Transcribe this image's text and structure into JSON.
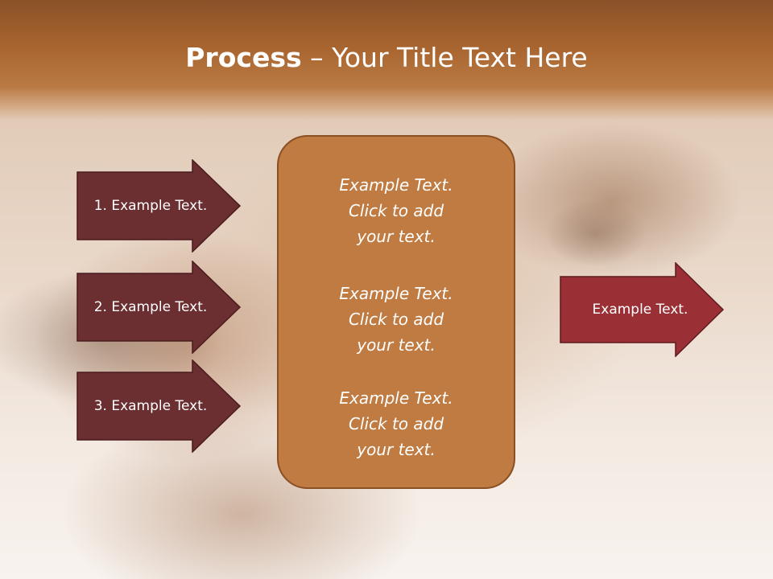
{
  "slide": {
    "title_bold": "Process",
    "title_rest": " – Your Title Text Here"
  },
  "left_arrows": [
    {
      "label": "1. Example Text."
    },
    {
      "label": "2. Example Text."
    },
    {
      "label": "3. Example Text."
    }
  ],
  "center_box": {
    "blocks": [
      {
        "line1": "Example Text.",
        "line2": "Click  to add",
        "line3": "your text."
      },
      {
        "line1": "Example Text.",
        "line2": "Click  to add",
        "line3": "your text."
      },
      {
        "line1": "Example Text.",
        "line2": "Click  to add",
        "line3": "your text."
      }
    ]
  },
  "right_arrow": {
    "label": "Example Text."
  },
  "colors": {
    "left_arrow_fill": "#6b2e31",
    "right_arrow_fill": "#9a3036",
    "center_box_fill": "#bf7b41",
    "header_fill": "#a9652f"
  }
}
